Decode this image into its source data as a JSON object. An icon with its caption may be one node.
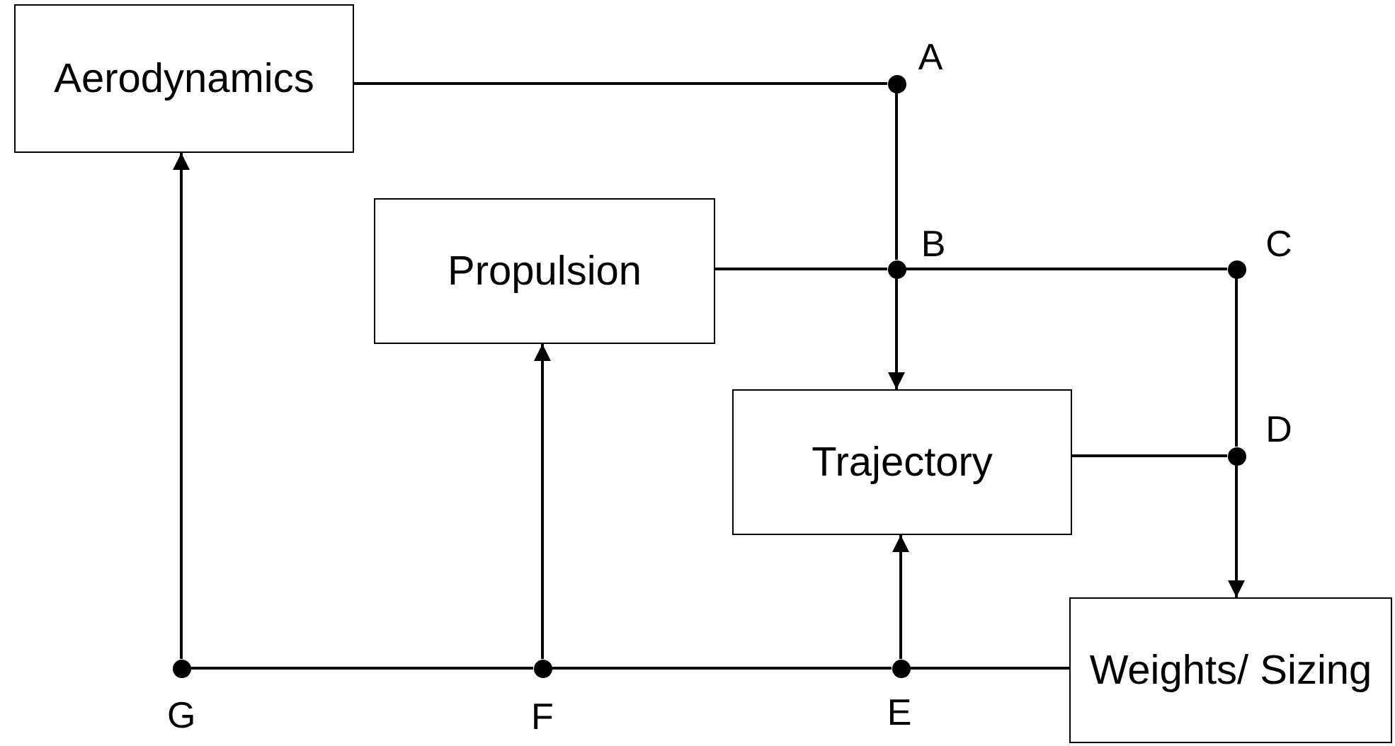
{
  "diagram": {
    "nodes": [
      {
        "text": [
          "Aerodynamics"
        ]
      },
      {
        "text": [
          "Propulsion"
        ]
      },
      {
        "text": [
          "Trajectory"
        ]
      },
      {
        "text": [
          "Weights/ Sizing"
        ]
      },
      {
        "text": [
          "A"
        ]
      },
      {
        "text": [
          "B"
        ]
      },
      {
        "text": [
          "C"
        ]
      },
      {
        "text": [
          "D"
        ]
      },
      {
        "text": [
          "E"
        ]
      },
      {
        "text": [
          "F"
        ]
      },
      {
        "text": [
          "G"
        ]
      }
    ],
    "edges": [
      {
        "from": 0,
        "to": 4,
        "arrow": "none"
      },
      {
        "from": 4,
        "to": 5,
        "arrow": "none"
      },
      {
        "from": 5,
        "to": 2,
        "arrow": "to"
      },
      {
        "from": 1,
        "to": 5,
        "arrow": "none"
      },
      {
        "from": 5,
        "to": 6,
        "arrow": "none"
      },
      {
        "from": 6,
        "to": 7,
        "arrow": "none"
      },
      {
        "from": 7,
        "to": 3,
        "arrow": "to"
      },
      {
        "from": 2,
        "to": 7,
        "arrow": "none"
      },
      {
        "from": 3,
        "to": 8,
        "arrow": "none"
      },
      {
        "from": 8,
        "to": 9,
        "arrow": "none"
      },
      {
        "from": 9,
        "to": 10,
        "arrow": "none"
      },
      {
        "from": 8,
        "to": 2,
        "arrow": "to"
      },
      {
        "from": 9,
        "to": 1,
        "arrow": "to"
      },
      {
        "from": 10,
        "to": 0,
        "arrow": "to"
      }
    ]
  }
}
